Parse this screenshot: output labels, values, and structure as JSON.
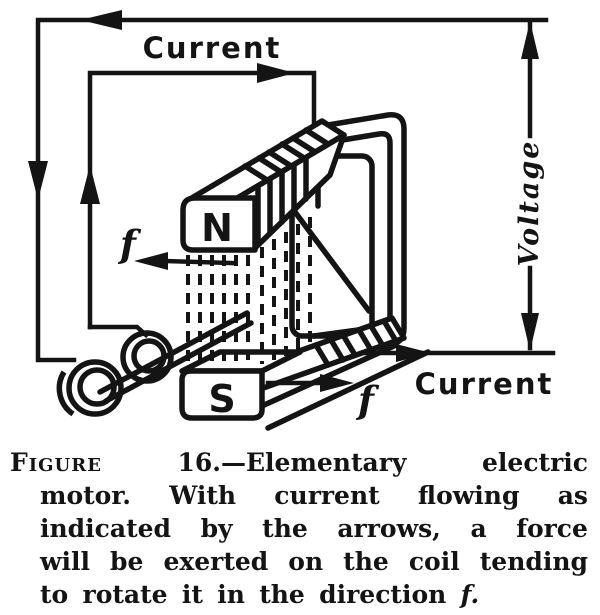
{
  "colors": {
    "ink": "#141414",
    "paper": "#ffffff"
  },
  "figure": {
    "labels": {
      "current_top": "Current",
      "current_bottom": "Current",
      "voltage": "Voltage",
      "pole_north": "N",
      "pole_south": "S",
      "force_upper": "f",
      "force_lower": "f"
    },
    "caption": {
      "smallcaps_word": "Figure",
      "italic_word": "f.",
      "lines": [
        "Figure 16.—Elementary electric",
        "motor. With current flowing as",
        "indicated by the arrows, a force",
        "will be exerted on the coil tending",
        "to rotate it in the direction f."
      ]
    }
  }
}
